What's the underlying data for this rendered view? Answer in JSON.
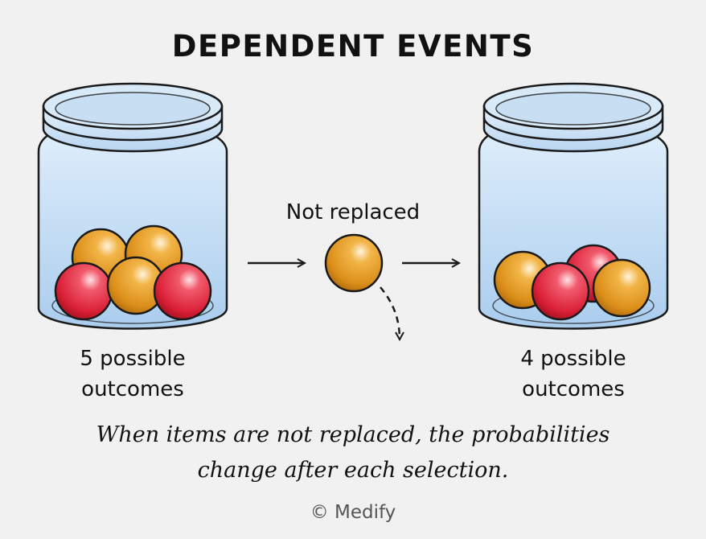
{
  "title": "DEPENDENT EVENTS",
  "middle_label": "Not replaced",
  "left_jar": {
    "label_line1": "5 possible",
    "label_line2": "outcomes",
    "balls": [
      "orange",
      "orange",
      "red",
      "orange",
      "red"
    ]
  },
  "right_jar": {
    "label_line1": "4 possible",
    "label_line2": "outcomes",
    "balls": [
      "red",
      "orange",
      "red",
      "orange"
    ]
  },
  "removed_ball": "orange",
  "caption_line1": "When items are not replaced, the probabilities",
  "caption_line2": "change after each selection.",
  "credit": "© Medify",
  "colors": {
    "background": "#f1f1f1",
    "jar_fill": "#c9e0f5",
    "jar_stroke": "#1a1a1a",
    "orange_ball": "#e59a1e",
    "red_ball": "#e0253d"
  }
}
